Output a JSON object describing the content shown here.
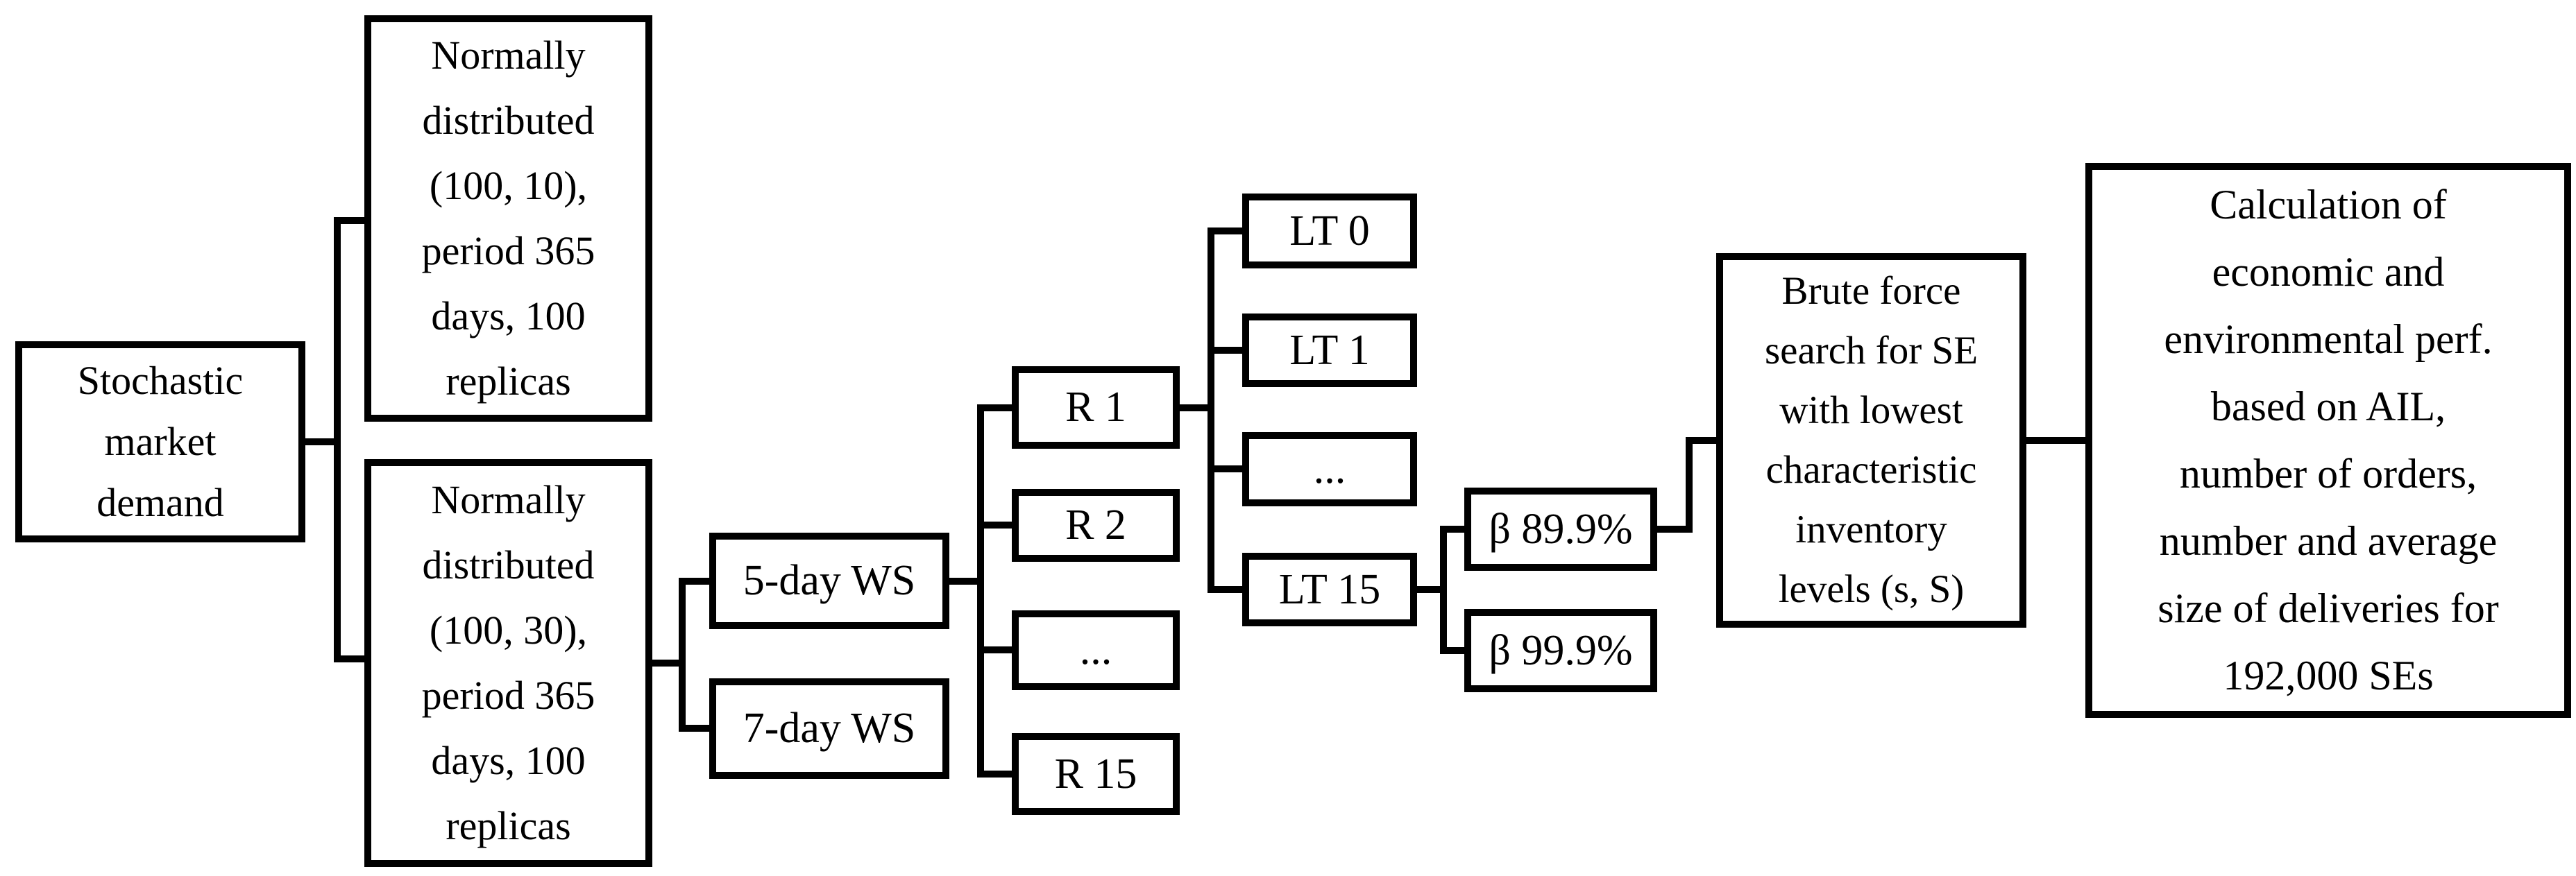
{
  "colors": {
    "background": "#ffffff",
    "line": "#000000",
    "box_border": "#000000",
    "text": "#000000"
  },
  "nodes": {
    "stochastic": {
      "lines": [
        "Stochastic",
        "market",
        "demand"
      ]
    },
    "norm_top": {
      "lines": [
        "Normally",
        "distributed",
        "(100, 10),",
        "period 365",
        "days, 100",
        "replicas"
      ]
    },
    "norm_bottom": {
      "lines": [
        "Normally",
        "distributed",
        "(100, 30),",
        "period 365",
        "days, 100",
        "replicas"
      ]
    },
    "ws5": {
      "label": "5-day WS"
    },
    "ws7": {
      "label": "7-day WS"
    },
    "r1": {
      "label": "R 1"
    },
    "r2": {
      "label": "R 2"
    },
    "rdots": {
      "label": "..."
    },
    "r15": {
      "label": "R 15"
    },
    "lt0": {
      "label": "LT 0"
    },
    "lt1": {
      "label": "LT 1"
    },
    "ltdots": {
      "label": "..."
    },
    "lt15": {
      "label": "LT 15"
    },
    "beta_low": {
      "label": "β 89.9%"
    },
    "beta_high": {
      "label": "β 99.9%"
    },
    "brute": {
      "lines": [
        "Brute force",
        "search for SE",
        "with lowest",
        "characteristic",
        "inventory",
        "levels (s, S)"
      ]
    },
    "calc": {
      "lines": [
        "Calculation of",
        "economic and",
        "environmental perf.",
        "based on AIL,",
        "number of orders,",
        "number and average",
        "size of deliveries for",
        "192,000 SEs"
      ]
    }
  }
}
